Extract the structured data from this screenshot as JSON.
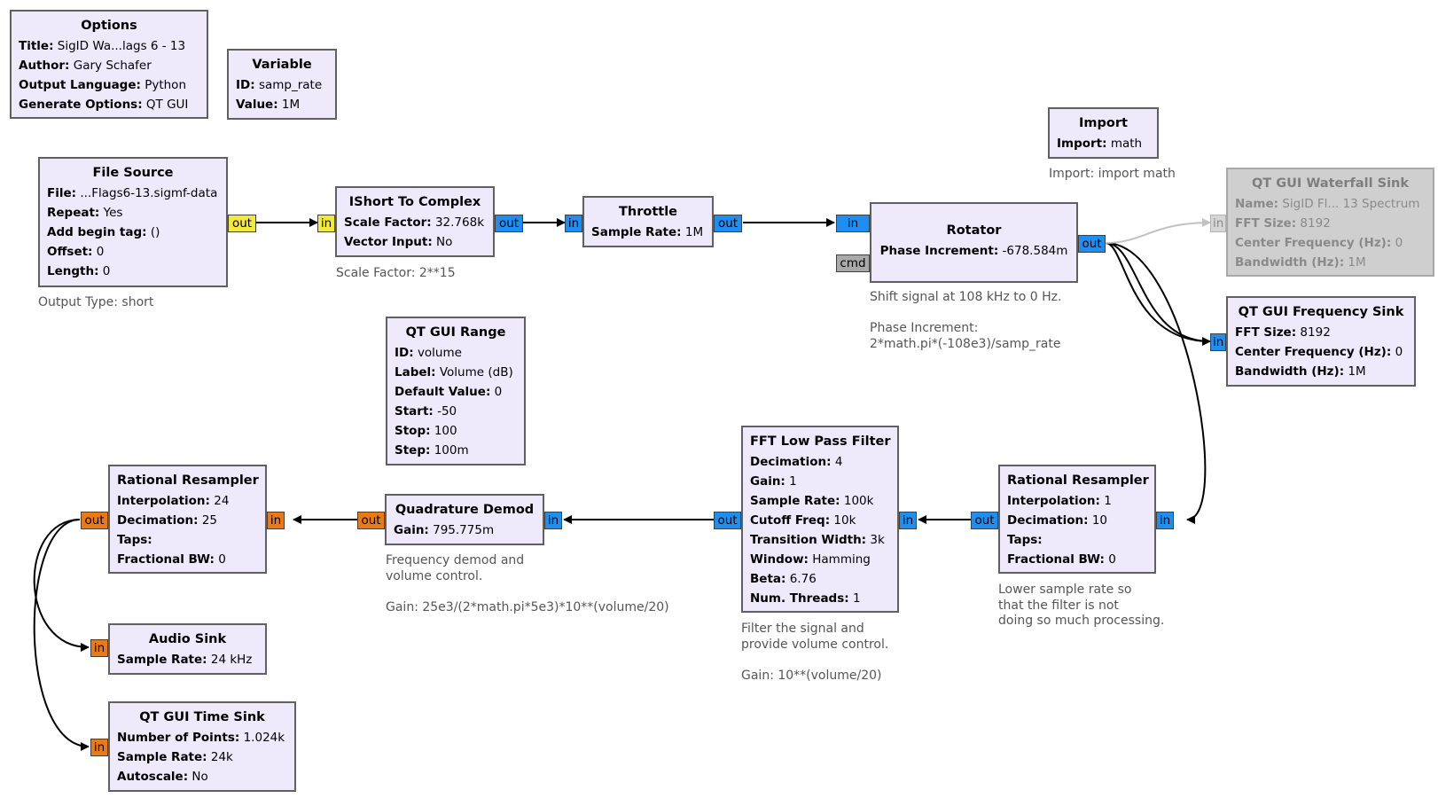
{
  "colors": {
    "block_fill": "#eeeafc",
    "complex_port": "#1e8ef0",
    "short_port": "#f1ea3c",
    "float_port": "#eb7a16",
    "message_port": "#a9a9a9",
    "disabled_fill": "#cfcfcf",
    "wire": "#000000",
    "disabled_wire": "#c2c2c2"
  },
  "blocks": {
    "options": {
      "title": "Options",
      "params": [
        {
          "k": "Title:",
          "v": "SigID Wa...lags 6 - 13"
        },
        {
          "k": "Author:",
          "v": "Gary Schafer"
        },
        {
          "k": "Output Language:",
          "v": "Python"
        },
        {
          "k": "Generate Options:",
          "v": "QT GUI"
        }
      ]
    },
    "variable": {
      "title": "Variable",
      "params": [
        {
          "k": "ID:",
          "v": "samp_rate"
        },
        {
          "k": "Value:",
          "v": "1M"
        }
      ]
    },
    "import": {
      "title": "Import",
      "params": [
        {
          "k": "Import:",
          "v": "math"
        }
      ],
      "note": "Import: import math"
    },
    "file_source": {
      "title": "File Source",
      "params": [
        {
          "k": "File:",
          "v": "...Flags6-13.sigmf-data"
        },
        {
          "k": "Repeat:",
          "v": "Yes"
        },
        {
          "k": "Add begin tag:",
          "v": "()"
        },
        {
          "k": "Offset:",
          "v": "0"
        },
        {
          "k": "Length:",
          "v": "0"
        }
      ],
      "note": "Output Type: short",
      "ports": {
        "out": "out"
      }
    },
    "ishort": {
      "title": "IShort To Complex",
      "params": [
        {
          "k": "Scale Factor:",
          "v": "32.768k"
        },
        {
          "k": "Vector Input:",
          "v": "No"
        }
      ],
      "note": "Scale Factor: 2**15",
      "ports": {
        "in": "in",
        "out": "out"
      }
    },
    "throttle": {
      "title": "Throttle",
      "params": [
        {
          "k": "Sample Rate:",
          "v": "1M"
        }
      ],
      "ports": {
        "in": "in",
        "out": "out"
      }
    },
    "rotator": {
      "title": "Rotator",
      "params": [
        {
          "k": "Phase Increment:",
          "v": "-678.584m"
        }
      ],
      "note": "Shift signal at 108 kHz to 0 Hz.\n\nPhase Increment:\n2*math.pi*(-108e3)/samp_rate",
      "ports": {
        "in": "in",
        "cmd": "cmd",
        "out": "out"
      }
    },
    "waterfall": {
      "title": "QT GUI Waterfall Sink",
      "params": [
        {
          "k": "Name:",
          "v": "SigID Fl... 13 Spectrum"
        },
        {
          "k": "FFT Size:",
          "v": "8192"
        },
        {
          "k": "Center Frequency (Hz):",
          "v": "0"
        },
        {
          "k": "Bandwidth (Hz):",
          "v": "1M"
        }
      ],
      "ports": {
        "in": "in"
      }
    },
    "freq_sink": {
      "title": "QT GUI Frequency Sink",
      "params": [
        {
          "k": "FFT Size:",
          "v": "8192"
        },
        {
          "k": "Center Frequency (Hz):",
          "v": "0"
        },
        {
          "k": "Bandwidth (Hz):",
          "v": "1M"
        }
      ],
      "ports": {
        "in": "in"
      }
    },
    "range": {
      "title": "QT GUI Range",
      "params": [
        {
          "k": "ID:",
          "v": "volume"
        },
        {
          "k": "Label:",
          "v": "Volume (dB)"
        },
        {
          "k": "Default Value:",
          "v": "0"
        },
        {
          "k": "Start:",
          "v": "-50"
        },
        {
          "k": "Stop:",
          "v": "100"
        },
        {
          "k": "Step:",
          "v": "100m"
        }
      ]
    },
    "fft_lpf": {
      "title": "FFT Low Pass Filter",
      "params": [
        {
          "k": "Decimation:",
          "v": "4"
        },
        {
          "k": "Gain:",
          "v": "1"
        },
        {
          "k": "Sample Rate:",
          "v": "100k"
        },
        {
          "k": "Cutoff Freq:",
          "v": "10k"
        },
        {
          "k": "Transition Width:",
          "v": "3k"
        },
        {
          "k": "Window:",
          "v": "Hamming"
        },
        {
          "k": "Beta:",
          "v": "6.76"
        },
        {
          "k": "Num. Threads:",
          "v": "1"
        }
      ],
      "note": "Filter the signal and\nprovide volume control.\n\nGain: 10**(volume/20)",
      "ports": {
        "in": "in",
        "out": "out"
      }
    },
    "resampler_right": {
      "title": "Rational Resampler",
      "params": [
        {
          "k": "Interpolation:",
          "v": "1"
        },
        {
          "k": "Decimation:",
          "v": "10"
        },
        {
          "k": "Taps:",
          "v": ""
        },
        {
          "k": "Fractional BW:",
          "v": "0"
        }
      ],
      "note": "Lower sample rate so\nthat the filter is not\ndoing so much processing.",
      "ports": {
        "in": "in",
        "out": "out"
      }
    },
    "quad_demod": {
      "title": "Quadrature Demod",
      "params": [
        {
          "k": "Gain:",
          "v": "795.775m"
        }
      ],
      "note": "Frequency demod and\nvolume control.\n\nGain: 25e3/(2*math.pi*5e3)*10**(volume/20)",
      "ports": {
        "in": "in",
        "out": "out"
      }
    },
    "resampler_left": {
      "title": "Rational Resampler",
      "params": [
        {
          "k": "Interpolation:",
          "v": "24"
        },
        {
          "k": "Decimation:",
          "v": "25"
        },
        {
          "k": "Taps:",
          "v": ""
        },
        {
          "k": "Fractional BW:",
          "v": "0"
        }
      ],
      "ports": {
        "in": "in",
        "out": "out"
      }
    },
    "audio_sink": {
      "title": "Audio Sink",
      "params": [
        {
          "k": "Sample Rate:",
          "v": "24 kHz"
        }
      ],
      "ports": {
        "in": "in"
      }
    },
    "time_sink": {
      "title": "QT GUI Time Sink",
      "params": [
        {
          "k": "Number of Points:",
          "v": "1.024k"
        },
        {
          "k": "Sample Rate:",
          "v": "24k"
        },
        {
          "k": "Autoscale:",
          "v": "No"
        }
      ],
      "ports": {
        "in": "in"
      }
    }
  }
}
